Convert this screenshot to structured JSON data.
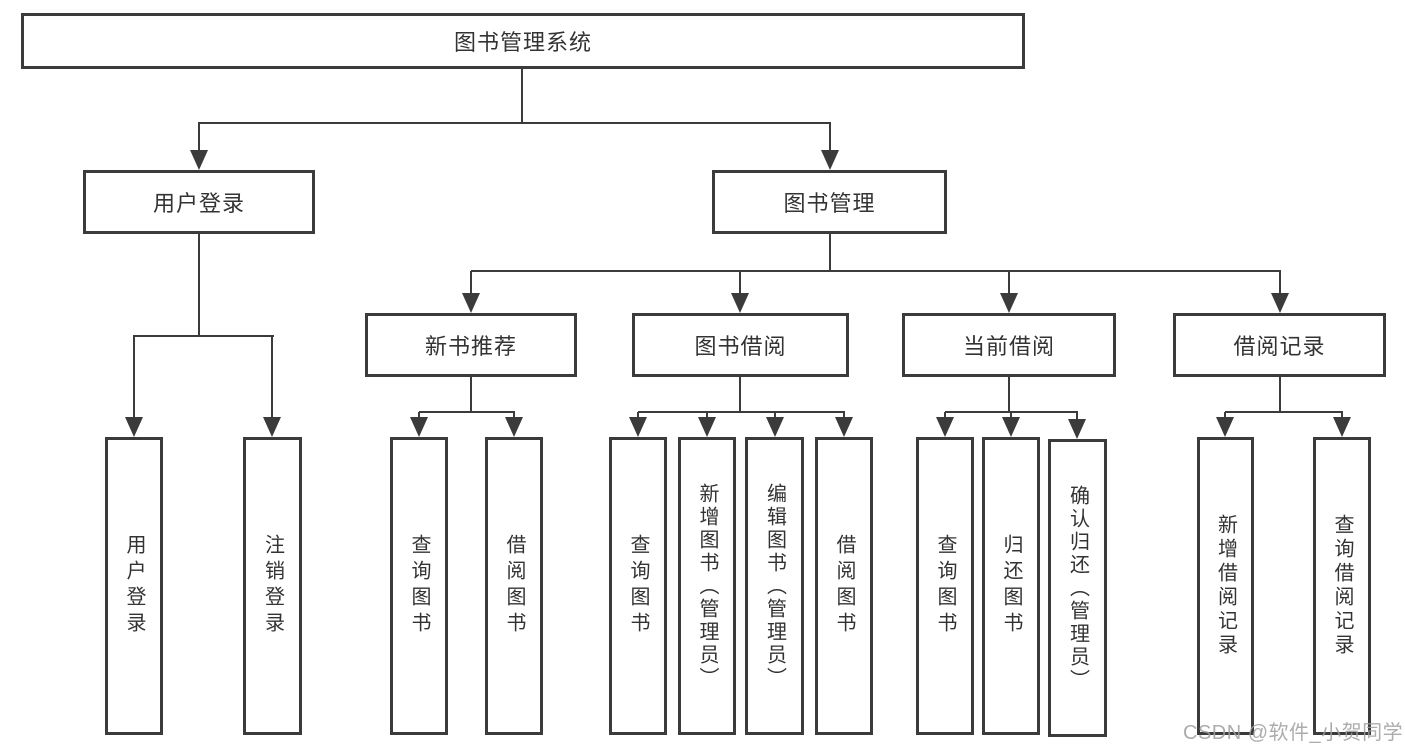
{
  "diagram": {
    "title": "图书管理系统",
    "watermark": "CSDN @软件_小贺同学",
    "colors": {
      "line": "#3b3b3b",
      "text": "#333333",
      "background": "#ffffff",
      "watermark": "#9e9e9e"
    }
  },
  "nodes": {
    "root": {
      "label": "图书管理系统"
    },
    "l2": [
      {
        "label": "用户登录"
      },
      {
        "label": "图书管理"
      }
    ],
    "l3": [
      {
        "label": "新书推荐"
      },
      {
        "label": "图书借阅"
      },
      {
        "label": "当前借阅"
      },
      {
        "label": "借阅记录"
      }
    ],
    "leaves": [
      {
        "label": "用户登录"
      },
      {
        "label": "注销登录"
      },
      {
        "label": "查询图书"
      },
      {
        "label": "借阅图书"
      },
      {
        "label": "查询图书"
      },
      {
        "label": "新增图书（管理员）"
      },
      {
        "label": "编辑图书（管理员）"
      },
      {
        "label": "借阅图书"
      },
      {
        "label": "查询图书"
      },
      {
        "label": "归还图书"
      },
      {
        "label": "确认归还（管理员）"
      },
      {
        "label": "新增借阅记录"
      },
      {
        "label": "查询借阅记录"
      }
    ]
  }
}
